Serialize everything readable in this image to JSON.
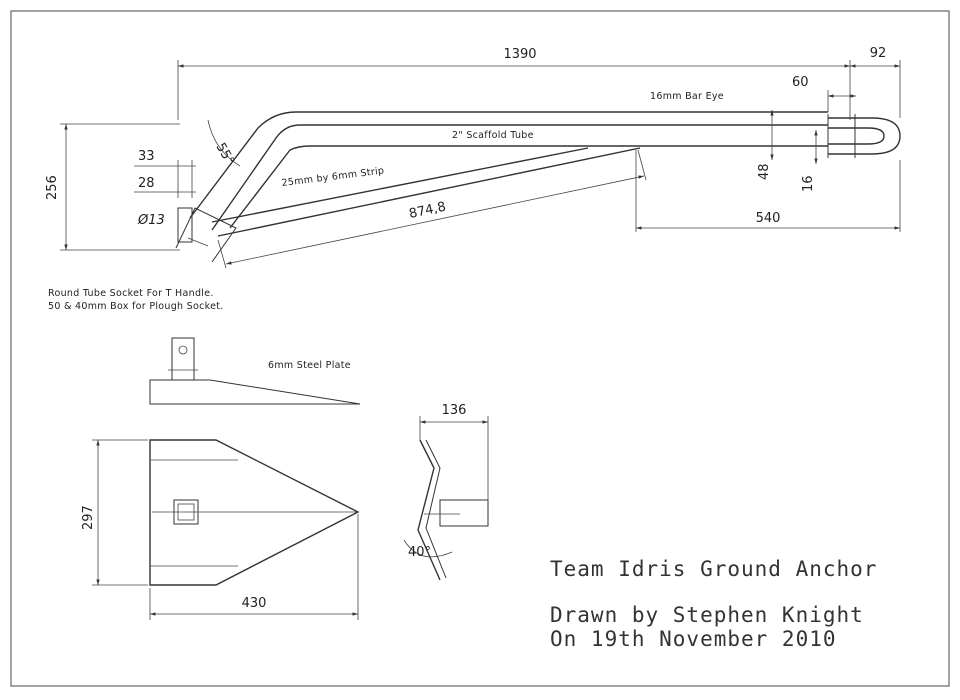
{
  "dimensions": {
    "overall_length": "1390",
    "eye_overhang": "92",
    "eye_depth": "60",
    "height": "256",
    "socket_outer": "33",
    "socket_inner": "28",
    "bolt_hole": "Ø13",
    "bend_angle": "55°",
    "brace_length": "874,8",
    "tube_width": "48",
    "eye_gap": "16",
    "brace_span": "540",
    "plate_width": "297",
    "plate_length": "430",
    "side_view_width": "136",
    "plate_angle": "40°"
  },
  "labels": {
    "bar_eye": "16mm Bar Eye",
    "scaffold_tube": "2\" Scaffold Tube",
    "strip": "25mm by 6mm Strip",
    "socket_note_line1": "Round Tube Socket For T Handle.",
    "socket_note_line2": "50 & 40mm Box for Plough Socket.",
    "steel_plate": "6mm Steel Plate"
  },
  "title_block": {
    "title": "Team Idris Ground Anchor",
    "drawn_by": "Drawn by Stephen Knight",
    "date": "On 19th November 2010"
  }
}
